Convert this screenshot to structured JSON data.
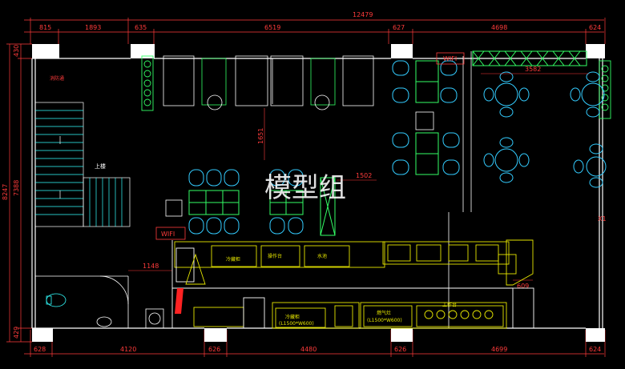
{
  "watermark": "模型组",
  "dimensions": {
    "top_total": "12479",
    "top_segments": [
      "815",
      "1893",
      "635",
      "6519",
      "627",
      "4698",
      "624"
    ],
    "bottom_segments": [
      "628",
      "4120",
      "626",
      "4480",
      "626",
      "4699",
      "624"
    ],
    "left_outer": "8247",
    "left_inner": "7388",
    "left_top": "430",
    "left_bottom": "429",
    "interior_1148": "1148",
    "interior_1651": "1651",
    "interior_1502": "1502",
    "interior_3582": "3582",
    "interior_609": "609"
  },
  "labels": {
    "wifi_top": "WIFI",
    "wifi_mid": "WIFI",
    "stair_up": "上楼",
    "fire_sign": "消防通",
    "door_mark": "X1",
    "counter_1": "冷藏柜",
    "counter_2": "操作台",
    "counter_3": "水池",
    "counter_4": "(L1500*W600)",
    "counter_5": "冷藏柜",
    "counter_6": "(L1500*W600)",
    "counter_7": "燃气灶",
    "counter_8": "工作台"
  },
  "colors": {
    "wall": "#ffffff",
    "dimension": "#ff3b3b",
    "furniture": "#33ff66",
    "chairs": "#33ccff",
    "kitchen": "#e6e600",
    "stairs": "#33ffff"
  }
}
